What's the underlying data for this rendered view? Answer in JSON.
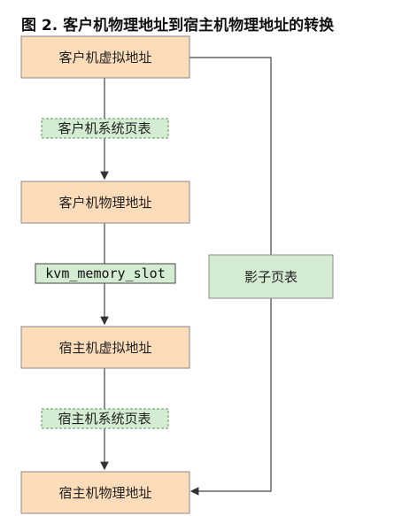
{
  "title": "图 2. 客户机物理地址到宿主机物理地址的转换",
  "nodes": {
    "guest_virtual": "客户机虚拟地址",
    "guest_page_table": "客户机系统页表",
    "guest_physical": "客户机物理地址",
    "memory_slot": "kvm_memory_slot",
    "host_virtual": "宿主机虚拟地址",
    "host_page_table": "宿主机系统页表",
    "host_physical": "宿主机物理地址",
    "shadow_page_table": "影子页表"
  },
  "colors": {
    "address_box_fill": "#fddcb9",
    "table_box_fill": "#d3ecd2",
    "box_stroke": "#8a8a8a",
    "table_stroke": "#5f8f5f",
    "line": "#444444"
  }
}
